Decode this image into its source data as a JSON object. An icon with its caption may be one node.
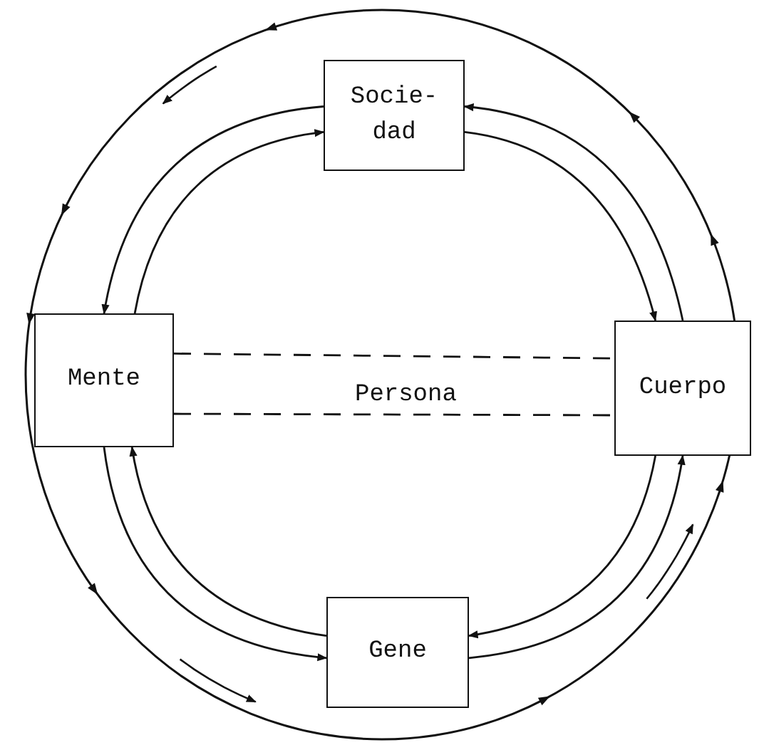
{
  "diagram": {
    "nodes": [
      {
        "text": [],
        "shape": "circle"
      },
      {
        "text": [
          "Socie- dad"
        ],
        "in": 0
      },
      {
        "text": [
          "Mente"
        ],
        "in": 0
      },
      {
        "text": [
          "Cuerpo"
        ],
        "in": 0
      },
      {
        "text": [
          "Gene"
        ],
        "in": 0
      }
    ],
    "edges": [
      {
        "from": 1,
        "to": 2,
        "arrow": "to"
      },
      {
        "from": 2,
        "to": 1,
        "arrow": "to"
      },
      {
        "from": 3,
        "to": 1,
        "arrow": "to"
      },
      {
        "from": 1,
        "to": 3,
        "arrow": "to"
      },
      {
        "from": 3,
        "to": 4,
        "arrow": "to"
      },
      {
        "from": 4,
        "to": 3,
        "arrow": "to"
      },
      {
        "from": 4,
        "to": 2,
        "arrow": "to"
      },
      {
        "from": 2,
        "to": 4,
        "arrow": "to"
      },
      {
        "from": 2,
        "to": 3,
        "arrow": "none",
        "style": "dashed"
      },
      {
        "from": 2,
        "to": 3,
        "arrow": "none",
        "style": "dashed"
      }
    ],
    "labels": [
      "Persona"
    ]
  }
}
